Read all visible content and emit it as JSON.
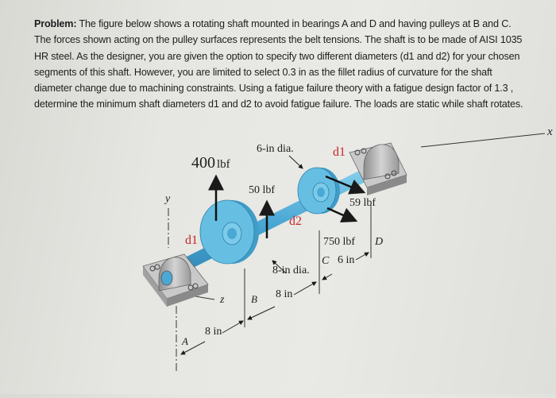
{
  "problem": {
    "heading": "Problem:",
    "text": "The figure below shows a rotating shaft mounted in bearings A and D and having pulleys at B and C. The forces shown acting on the pulley surfaces represents the belt tensions. The shaft is to be made of AISI 1035 HR steel. As the designer, you are given the option to specify two different diameters (d1 and d2) for your chosen segments of this shaft. However, you are limited to select 0.3 in as the fillet radius of curvature for the shaft diameter change due to machining constraints. Using a fatigue failure theory with a fatigue design factor of 1.3 , determine the minimum shaft diameters d1 and d2 to avoid fatigue failure. The loads are static while shaft rotates."
  },
  "figure": {
    "force_400": "400",
    "force_400_unit": "lbf",
    "force_50": "50 lbf",
    "force_59": "59 lbf",
    "force_750": "750 lbf",
    "dia_6": "6-in dia.",
    "dia_8": "8-in dia.",
    "d1_left": "d1",
    "d1_right": "d1",
    "d2": "d2",
    "axis_x": "x",
    "axis_y": "y",
    "axis_z": "z",
    "point_a": "A",
    "point_b": "B",
    "point_c": "C",
    "point_d": "D",
    "dim_ab": "8 in",
    "dim_bc": "8 in",
    "dim_cd": "6 in"
  },
  "colors": {
    "pulley": "#5fb9dc",
    "shaft": "#4aa8d4",
    "bearing": "#b9b9b9",
    "label_red": "#c8282a"
  }
}
